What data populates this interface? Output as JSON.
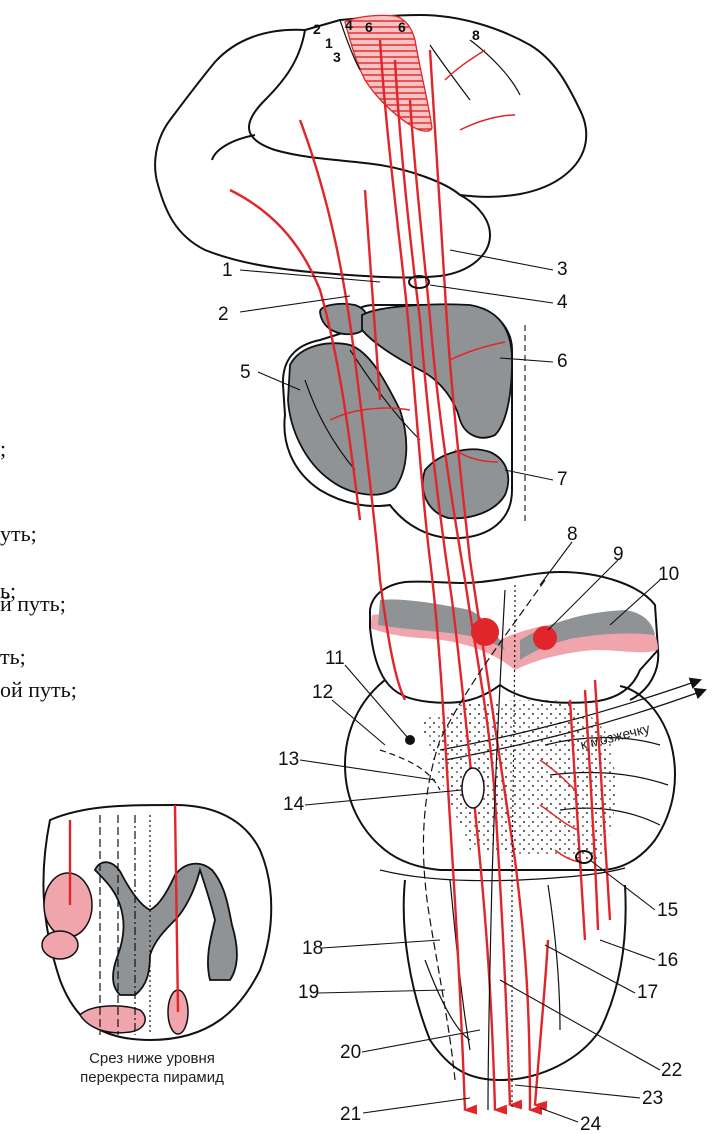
{
  "left_text_fragments": [
    ";",
    "уть;",
    "ь;",
    "й  путь;",
    "ть;",
    "ой  путь;"
  ],
  "cortex_labels": [
    "2",
    "1",
    "3",
    "4",
    "6",
    "6",
    "8"
  ],
  "callouts": [
    "1",
    "2",
    "3",
    "4",
    "5",
    "6",
    "7",
    "8",
    "9",
    "10",
    "11",
    "12",
    "13",
    "14",
    "15",
    "16",
    "17",
    "18",
    "19",
    "20",
    "21",
    "22",
    "23",
    "24"
  ],
  "cerebellum_label": "к мозжечку",
  "inset_caption": [
    "Срез ниже уровня",
    "перекреста пирамид"
  ],
  "colors": {
    "pathway_red": "#e0262b",
    "gray_matter": "#8f9396",
    "pink_region": "#f0a5ad"
  }
}
